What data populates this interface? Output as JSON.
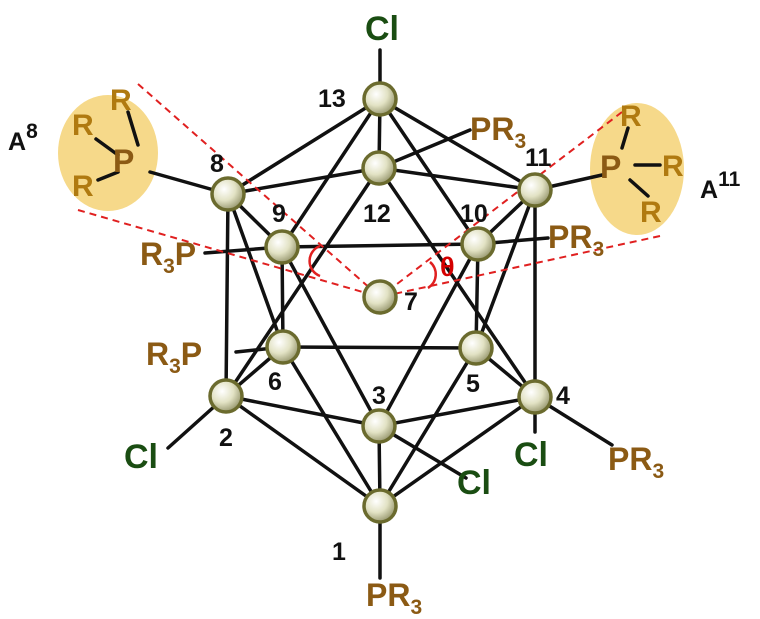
{
  "atom_numbers": [
    "1",
    "2",
    "3",
    "4",
    "5",
    "6",
    "7",
    "8",
    "9",
    "10",
    "11",
    "12",
    "13"
  ],
  "ligands": {
    "cl": "Cl",
    "pr3_main": "PR",
    "pr3_sub": "3",
    "r3p_main": "P",
    "r3p_pre": "R",
    "r3p_sub": "3",
    "p": "P",
    "r": "R"
  },
  "annotations": {
    "a8_main": "A",
    "a8_sup": "8",
    "a11_main": "A",
    "a11_sup": "11",
    "theta": "θ"
  },
  "colors": {
    "cl": "#1a4d12",
    "pr": "#8b5a14",
    "r_group": "#b07a10",
    "highlight": "#f6d98a",
    "angle": "#d40000",
    "atom": "#d8d8b4"
  }
}
